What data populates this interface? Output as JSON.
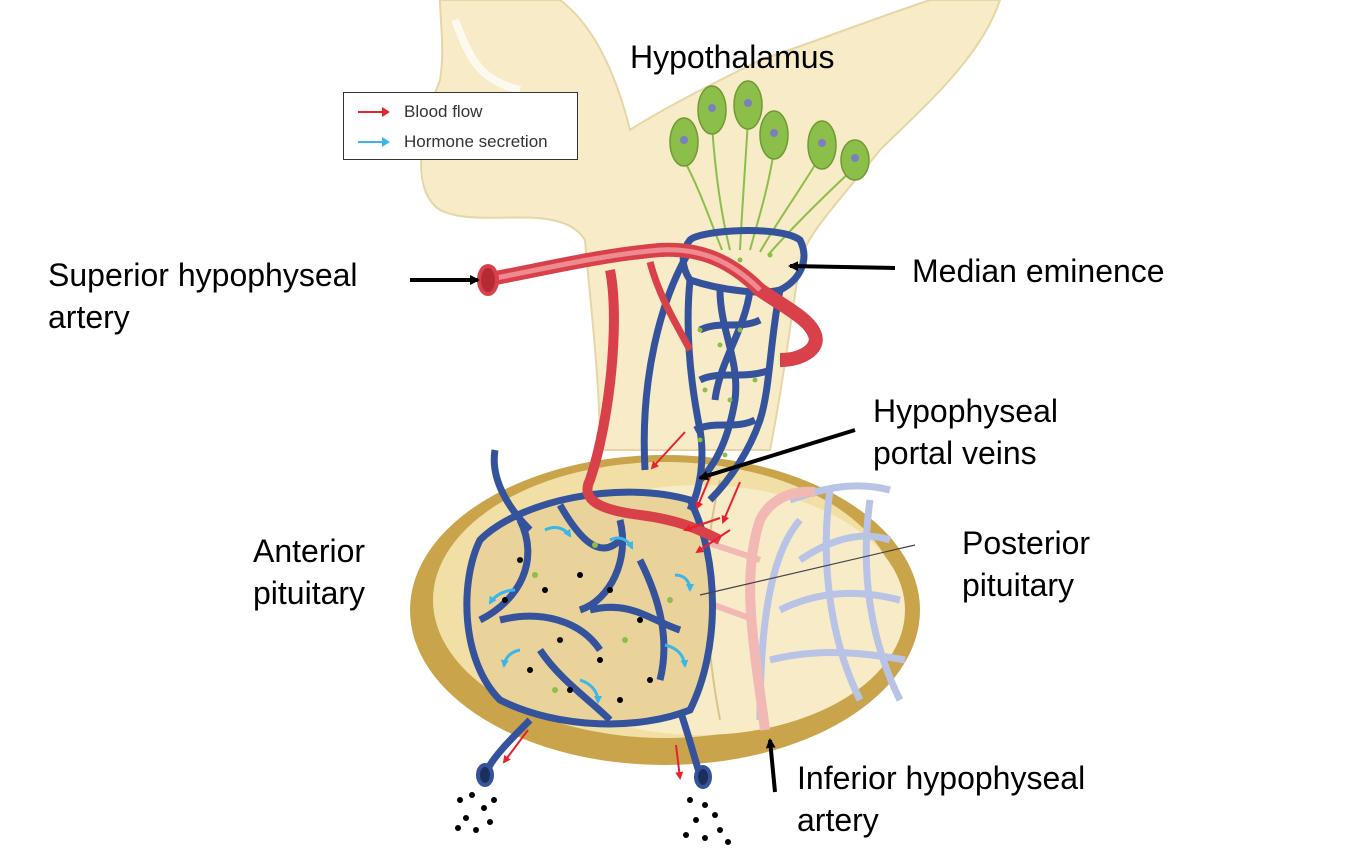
{
  "title": "Hypothalamus",
  "legend": {
    "blood_flow": {
      "label": "Blood flow",
      "color": "#e8222d"
    },
    "hormone_secretion": {
      "label": "Hormone secretion",
      "color": "#3cb6e8"
    }
  },
  "labels": {
    "superior_artery": [
      "Superior hypophyseal",
      "artery"
    ],
    "median_eminence": "Median eminence",
    "portal_veins": [
      "Hypophyseal",
      "portal veins"
    ],
    "anterior_pituitary": [
      "Anterior",
      "pituitary"
    ],
    "posterior_pituitary": [
      "Posterior",
      "pituitary"
    ],
    "inferior_artery": [
      "Inferior hypophyseal",
      "artery"
    ]
  },
  "colors": {
    "tissue": "#f7ebc8",
    "tissue_shadow": "#c9a44a",
    "artery": "#d8404a",
    "vein": "#34539c",
    "neuron": "#8cbe4a",
    "posterior_artery": "#f2b8b4",
    "posterior_vein": "#b9c3e6"
  }
}
